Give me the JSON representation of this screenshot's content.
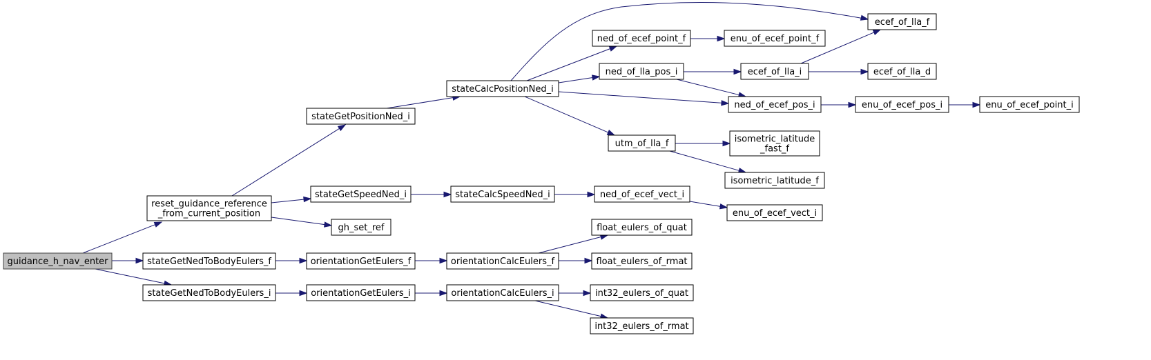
{
  "diagram": {
    "colors": {
      "edge": "#191970",
      "root_fill": "#bfbfbf",
      "node_fill": "#ffffff",
      "node_stroke": "#000000"
    },
    "nodes": [
      {
        "id": "guidance_h_nav_enter",
        "lines": [
          "guidance_h_nav_enter"
        ],
        "root": true
      },
      {
        "id": "reset_guidance_reference",
        "lines": [
          "reset_guidance_reference",
          "_from_current_position"
        ]
      },
      {
        "id": "stateGetNedToBodyEulers_f",
        "lines": [
          "stateGetNedToBodyEulers_f"
        ]
      },
      {
        "id": "stateGetNedToBodyEulers_i",
        "lines": [
          "stateGetNedToBodyEulers_i"
        ]
      },
      {
        "id": "stateGetPositionNed_i",
        "lines": [
          "stateGetPositionNed_i"
        ]
      },
      {
        "id": "stateGetSpeedNed_i",
        "lines": [
          "stateGetSpeedNed_i"
        ]
      },
      {
        "id": "gh_set_ref",
        "lines": [
          "gh_set_ref"
        ]
      },
      {
        "id": "orientationGetEulers_f",
        "lines": [
          "orientationGetEulers_f"
        ]
      },
      {
        "id": "orientationGetEulers_i",
        "lines": [
          "orientationGetEulers_i"
        ]
      },
      {
        "id": "stateCalcPositionNed_i",
        "lines": [
          "stateCalcPositionNed_i"
        ]
      },
      {
        "id": "stateCalcSpeedNed_i",
        "lines": [
          "stateCalcSpeedNed_i"
        ]
      },
      {
        "id": "orientationCalcEulers_f",
        "lines": [
          "orientationCalcEulers_f"
        ]
      },
      {
        "id": "orientationCalcEulers_i",
        "lines": [
          "orientationCalcEulers_i"
        ]
      },
      {
        "id": "ned_of_ecef_point_f",
        "lines": [
          "ned_of_ecef_point_f"
        ]
      },
      {
        "id": "ned_of_lla_pos_i",
        "lines": [
          "ned_of_lla_pos_i"
        ]
      },
      {
        "id": "utm_of_lla_f",
        "lines": [
          "utm_of_lla_f"
        ]
      },
      {
        "id": "ned_of_ecef_vect_i",
        "lines": [
          "ned_of_ecef_vect_i"
        ]
      },
      {
        "id": "float_eulers_of_quat",
        "lines": [
          "float_eulers_of_quat"
        ]
      },
      {
        "id": "float_eulers_of_rmat",
        "lines": [
          "float_eulers_of_rmat"
        ]
      },
      {
        "id": "int32_eulers_of_quat",
        "lines": [
          "int32_eulers_of_quat"
        ]
      },
      {
        "id": "int32_eulers_of_rmat",
        "lines": [
          "int32_eulers_of_rmat"
        ]
      },
      {
        "id": "enu_of_ecef_point_f",
        "lines": [
          "enu_of_ecef_point_f"
        ]
      },
      {
        "id": "ecef_of_lla_i",
        "lines": [
          "ecef_of_lla_i"
        ]
      },
      {
        "id": "ned_of_ecef_pos_i",
        "lines": [
          "ned_of_ecef_pos_i"
        ]
      },
      {
        "id": "isometric_latitude_fast_f",
        "lines": [
          "isometric_latitude",
          "_fast_f"
        ]
      },
      {
        "id": "isometric_latitude_f",
        "lines": [
          "isometric_latitude_f"
        ]
      },
      {
        "id": "enu_of_ecef_vect_i",
        "lines": [
          "enu_of_ecef_vect_i"
        ]
      },
      {
        "id": "ecef_of_lla_f",
        "lines": [
          "ecef_of_lla_f"
        ]
      },
      {
        "id": "ecef_of_lla_d",
        "lines": [
          "ecef_of_lla_d"
        ]
      },
      {
        "id": "enu_of_ecef_pos_i",
        "lines": [
          "enu_of_ecef_pos_i"
        ]
      },
      {
        "id": "enu_of_ecef_point_i",
        "lines": [
          "enu_of_ecef_point_i"
        ]
      }
    ],
    "edges": [
      [
        "guidance_h_nav_enter",
        "reset_guidance_reference"
      ],
      [
        "guidance_h_nav_enter",
        "stateGetNedToBodyEulers_f"
      ],
      [
        "guidance_h_nav_enter",
        "stateGetNedToBodyEulers_i"
      ],
      [
        "reset_guidance_reference",
        "stateGetPositionNed_i"
      ],
      [
        "reset_guidance_reference",
        "stateGetSpeedNed_i"
      ],
      [
        "reset_guidance_reference",
        "gh_set_ref"
      ],
      [
        "stateGetNedToBodyEulers_f",
        "orientationGetEulers_f"
      ],
      [
        "stateGetNedToBodyEulers_i",
        "orientationGetEulers_i"
      ],
      [
        "stateGetPositionNed_i",
        "stateCalcPositionNed_i"
      ],
      [
        "stateGetSpeedNed_i",
        "stateCalcSpeedNed_i"
      ],
      [
        "orientationGetEulers_f",
        "orientationCalcEulers_f"
      ],
      [
        "orientationGetEulers_i",
        "orientationCalcEulers_i"
      ],
      [
        "stateCalcPositionNed_i",
        "ecef_of_lla_f"
      ],
      [
        "stateCalcPositionNed_i",
        "ned_of_ecef_point_f"
      ],
      [
        "stateCalcPositionNed_i",
        "ned_of_lla_pos_i"
      ],
      [
        "stateCalcPositionNed_i",
        "ned_of_ecef_pos_i"
      ],
      [
        "stateCalcPositionNed_i",
        "utm_of_lla_f"
      ],
      [
        "stateCalcSpeedNed_i",
        "ned_of_ecef_vect_i"
      ],
      [
        "orientationCalcEulers_f",
        "float_eulers_of_quat"
      ],
      [
        "orientationCalcEulers_f",
        "float_eulers_of_rmat"
      ],
      [
        "orientationCalcEulers_i",
        "int32_eulers_of_quat"
      ],
      [
        "orientationCalcEulers_i",
        "int32_eulers_of_rmat"
      ],
      [
        "ned_of_ecef_point_f",
        "enu_of_ecef_point_f"
      ],
      [
        "ned_of_lla_pos_i",
        "ecef_of_lla_i"
      ],
      [
        "ned_of_lla_pos_i",
        "ned_of_ecef_pos_i"
      ],
      [
        "utm_of_lla_f",
        "isometric_latitude_fast_f"
      ],
      [
        "utm_of_lla_f",
        "isometric_latitude_f"
      ],
      [
        "ned_of_ecef_vect_i",
        "enu_of_ecef_vect_i"
      ],
      [
        "ecef_of_lla_i",
        "ecef_of_lla_f"
      ],
      [
        "ecef_of_lla_i",
        "ecef_of_lla_d"
      ],
      [
        "ned_of_ecef_pos_i",
        "enu_of_ecef_pos_i"
      ],
      [
        "enu_of_ecef_pos_i",
        "enu_of_ecef_point_i"
      ]
    ]
  }
}
